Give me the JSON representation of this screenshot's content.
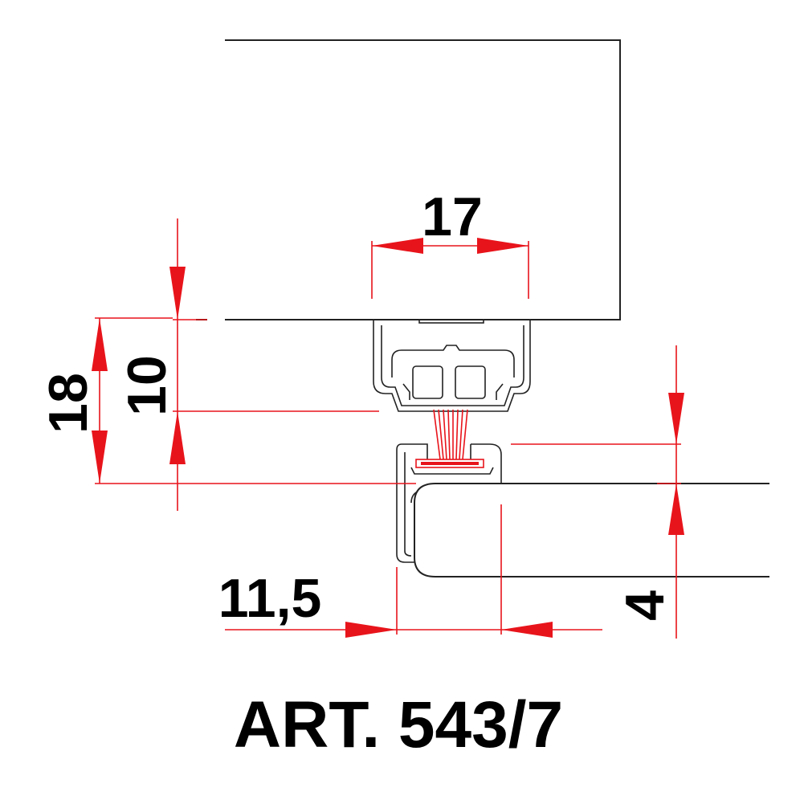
{
  "title": "ART. 543/7",
  "dimensions": {
    "brush_width": "17",
    "total_height": "18",
    "profile_height": "10",
    "glass_offset": "11,5",
    "glass_gap": "4"
  },
  "colors": {
    "outline": "#222222",
    "dimension": "#e8141b",
    "text": "#000000",
    "background": "#ffffff"
  }
}
